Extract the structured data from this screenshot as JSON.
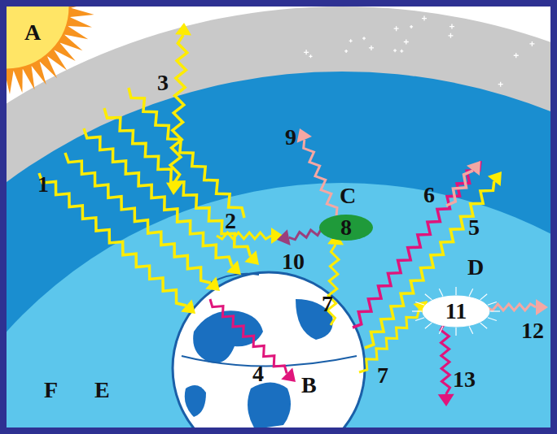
{
  "diagram": {
    "nodes": [
      {
        "text": [
          "C",
          "8"
        ]
      },
      {
        "text": [
          "D",
          "11"
        ]
      }
    ],
    "labels": [
      "A",
      "1",
      "3",
      "2",
      "9",
      "10",
      "6",
      "5",
      "4",
      "B",
      "7",
      "7",
      "13",
      "12",
      "F",
      "E"
    ]
  }
}
